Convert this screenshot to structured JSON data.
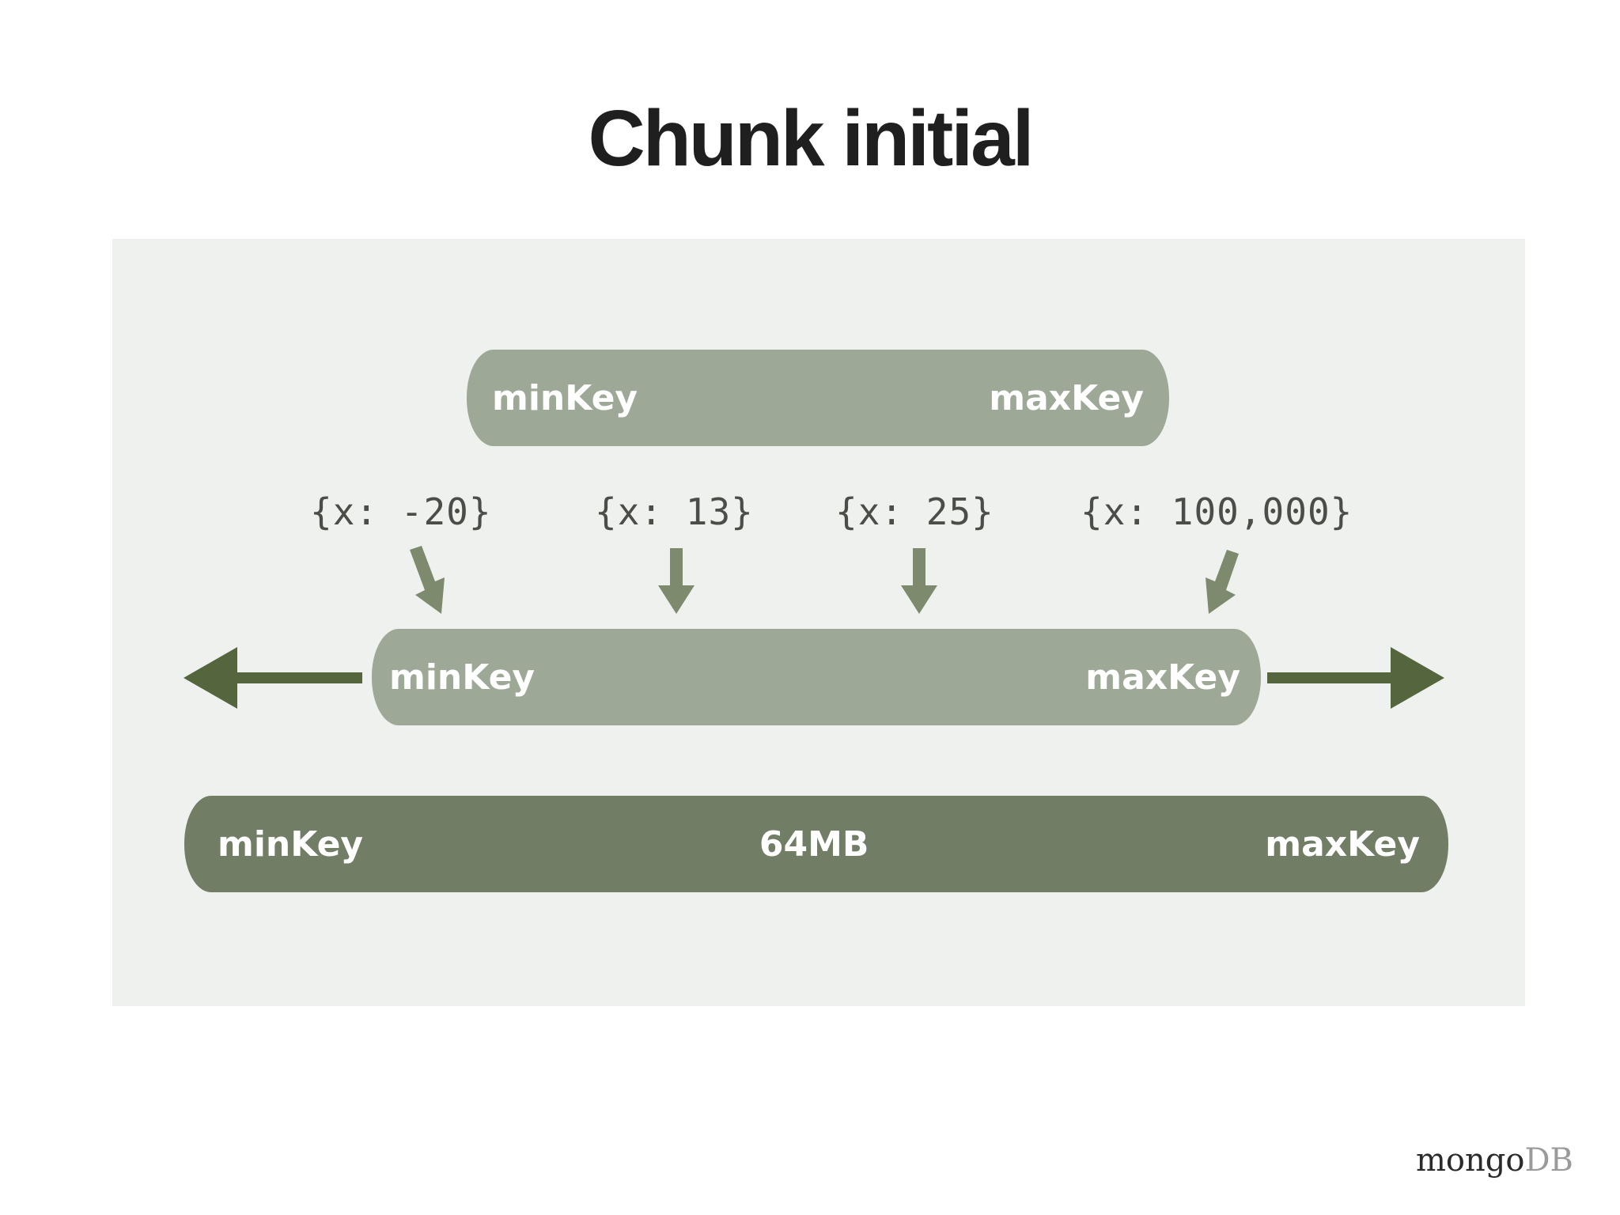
{
  "title": "Chunk initial",
  "top_chunk": {
    "min_label": "minKey",
    "max_label": "maxKey"
  },
  "shard_keys": [
    "{x: -20}",
    "{x: 13}",
    "{x: 25}",
    "{x: 100,000}"
  ],
  "middle_chunk": {
    "min_label": "minKey",
    "max_label": "maxKey"
  },
  "bottom_chunk": {
    "min_label": "minKey",
    "size_label": "64MB",
    "max_label": "maxKey"
  },
  "logo": {
    "part1": "mongo",
    "part2": "DB"
  },
  "colors": {
    "light_bar": "#9ea896",
    "dark_bar": "#727d66",
    "arrow": "#5a6a4b",
    "panel": "#eff1ee"
  }
}
